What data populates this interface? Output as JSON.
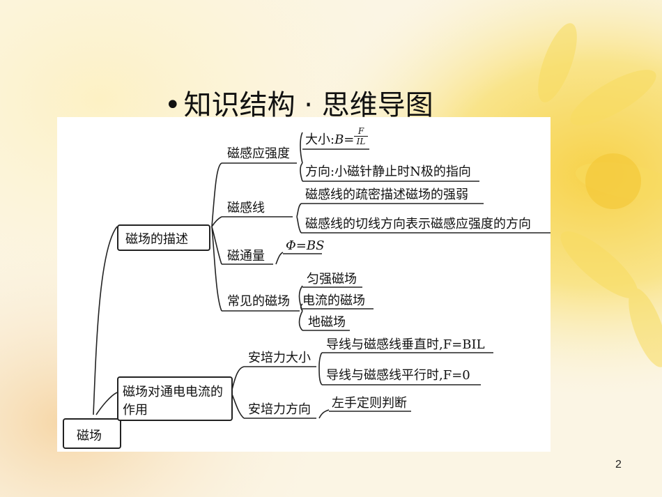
{
  "slide": {
    "bullet": "•",
    "title": "知识结构 · 思维导图",
    "page_number": "2"
  },
  "mindmap": {
    "root": "磁场",
    "branch1": {
      "label": "磁场的描述",
      "b_field": {
        "label": "磁感应强度",
        "magnitude_prefix": "大小:",
        "magnitude_formula": "B=",
        "frac_num": "F",
        "frac_den": "IL",
        "direction": "方向:小磁针静止时N极的指向"
      },
      "field_lines": {
        "label": "磁感线",
        "item1": "磁感线的疏密描述磁场的强弱",
        "item2": "磁感线的切线方向表示磁感应强度的方向"
      },
      "flux": {
        "label": "磁通量",
        "formula": "Φ=BS"
      },
      "common": {
        "label": "常见的磁场",
        "item1": "匀强磁场",
        "item2": "电流的磁场",
        "item3": "地磁场"
      }
    },
    "branch2": {
      "label_line1": "磁场对通电电流的",
      "label_line2": "作用",
      "ampere_magnitude": {
        "label": "安培力大小",
        "item1": "导线与磁感线垂直时,F=BIL",
        "item2": "导线与磁感线平行时,F=0"
      },
      "ampere_direction": {
        "label": "安培力方向",
        "item1": "左手定则判断"
      }
    }
  }
}
